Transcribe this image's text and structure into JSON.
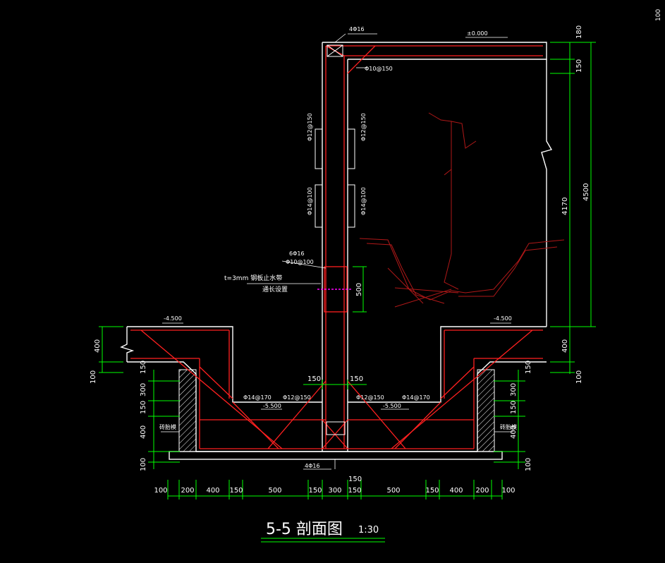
{
  "drawing": {
    "title": "5-5 剖面图",
    "scale": "1:30",
    "corner_mark": "100",
    "colors": {
      "background": "#000000",
      "outline": "#ffffff",
      "rebar": "#ff2020",
      "dimension": "#00ff00",
      "annotation": "#ffffff",
      "waterstop": "#ff00ff"
    }
  },
  "annotations": {
    "top_rebar": "4Φ16",
    "elevation_top": "±0.000",
    "top_slab_bars": "Φ10@150",
    "wall_bar_left_upper": "Φ12@150",
    "wall_bar_right_upper": "Φ12@150",
    "wall_bar_left_lower": "Φ14@100",
    "wall_bar_right_lower": "Φ14@100",
    "beam_bars": "6Φ16",
    "beam_stirrup": "Φ10@100",
    "waterstop_line1": "t=3mm 钢板止水带",
    "waterstop_line2": "通长设置",
    "elevation_left_step": "-4.500",
    "elevation_right_step": "-4.500",
    "left_slope_bar": "Φ14@170",
    "left_slope_bar2": "Φ12@150",
    "right_slope_bar": "Φ12@150",
    "right_slope_bar2": "Φ14@170",
    "elevation_bottom_left": "-5.500",
    "elevation_bottom_right": "-5.500",
    "bottom_rebar": "4Φ16",
    "wall_left_label": "砖胎模",
    "wall_right_label": "砖胎模"
  },
  "dimensions": {
    "right_top_180": "180",
    "right_150": "150",
    "right_4170": "4170",
    "right_4500": "4500",
    "right_400": "400",
    "right_100": "100",
    "left_400": "400",
    "left_100": "100",
    "left_150": "150",
    "left_300": "300",
    "left_150b": "150",
    "left_400b": "400",
    "left_100b": "100",
    "right_150b": "150",
    "right_300": "300",
    "right_150c": "150",
    "right_400b": "400",
    "right_100b": "100",
    "beam_500": "500",
    "mid_150_left": "150",
    "mid_150_right": "150",
    "bottom": [
      "100",
      "200",
      "400",
      "150",
      "500",
      "150",
      "300",
      "150",
      "500",
      "150",
      "400",
      "200",
      "100"
    ],
    "bottom_150_top": "150"
  }
}
